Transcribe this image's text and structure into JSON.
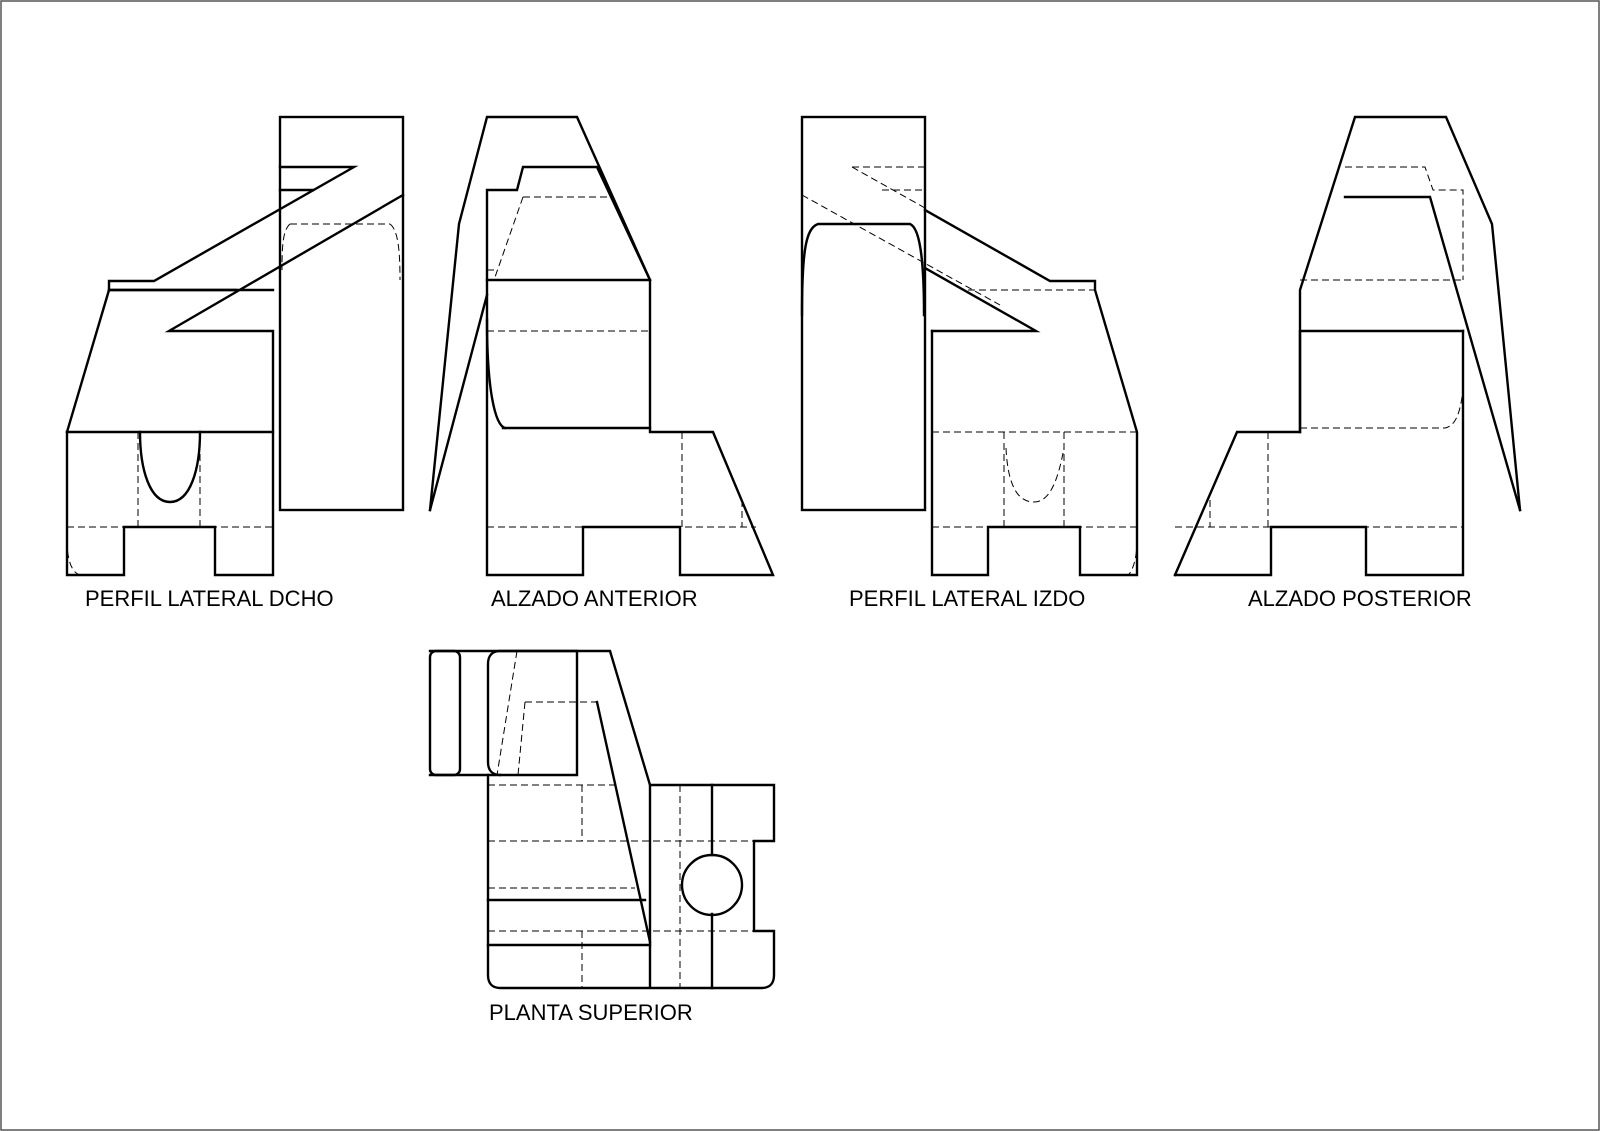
{
  "drawing": {
    "views": [
      {
        "id": "right-side",
        "label": "PERFIL LATERAL DCHO"
      },
      {
        "id": "front",
        "label": "ALZADO ANTERIOR"
      },
      {
        "id": "left-side",
        "label": "PERFIL LATERAL IZDO"
      },
      {
        "id": "rear",
        "label": "ALZADO POSTERIOR"
      },
      {
        "id": "top",
        "label": "PLANTA SUPERIOR"
      }
    ]
  },
  "colors": {
    "line": "#000000",
    "paper": "#ffffff",
    "frame": "#555555"
  }
}
